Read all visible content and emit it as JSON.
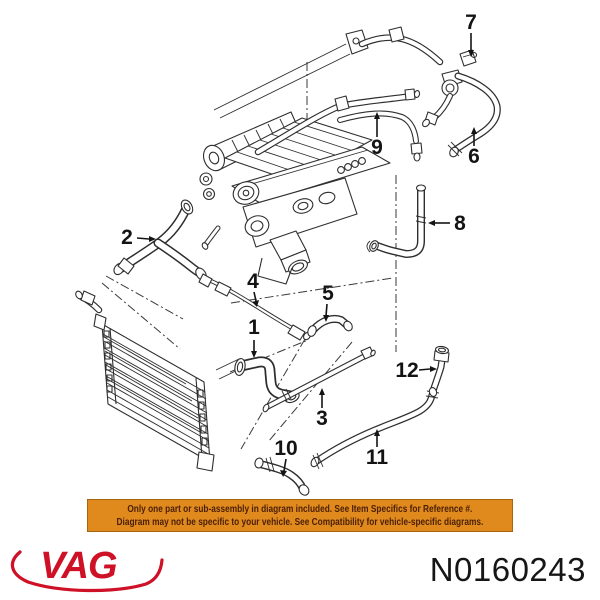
{
  "diagram": {
    "type": "exploded-parts-diagram",
    "line_color": "#2e2e2e",
    "callouts": [
      {
        "label": "1"
      },
      {
        "label": "2"
      },
      {
        "label": "3"
      },
      {
        "label": "4"
      },
      {
        "label": "5"
      },
      {
        "label": "6"
      },
      {
        "label": "7"
      },
      {
        "label": "8"
      },
      {
        "label": "9"
      },
      {
        "label": "10"
      },
      {
        "label": "11"
      },
      {
        "label": "12"
      }
    ]
  },
  "banner": {
    "line1": "Only one part or sub-assembly in diagram included. See Item Specifics for Reference #.",
    "line2": "Diagram may not be specific to your vehicle. See Compatibility for vehicle-specific diagrams.",
    "background_color": "#e08a1e",
    "text_color": "#4d2005"
  },
  "brand": {
    "logo_text": "VAG",
    "logo_color": "#ce1126"
  },
  "part_number": "N0160243"
}
